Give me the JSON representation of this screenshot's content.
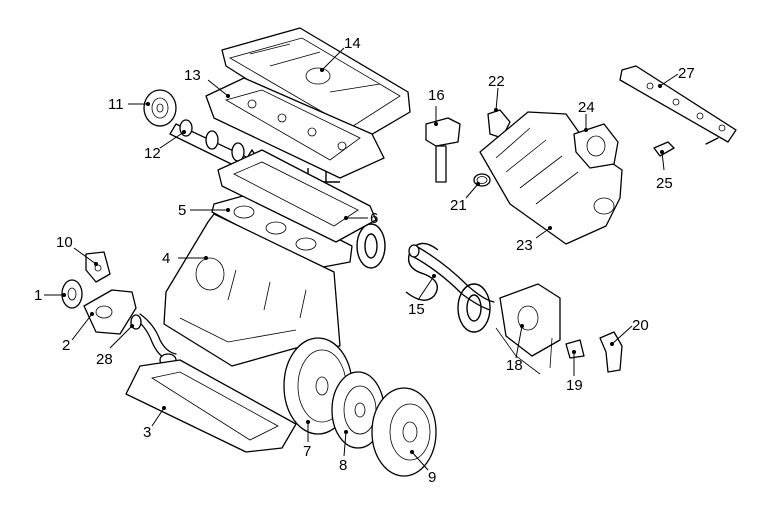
{
  "callouts": {
    "c1": "1",
    "c2": "2",
    "c3": "3",
    "c4": "4",
    "c5": "5",
    "c6": "6",
    "c7": "7",
    "c8": "8",
    "c9": "9",
    "c10": "10",
    "c11": "11",
    "c12": "12",
    "c13": "13",
    "c14": "14",
    "c15": "15",
    "c16": "16",
    "c18": "18",
    "c19": "19",
    "c20": "20",
    "c21": "21",
    "c22": "22",
    "c23": "23",
    "c24": "24",
    "c25": "25",
    "c27": "27",
    "c28": "28"
  },
  "colors": {
    "line": "#000000",
    "background": "#ffffff"
  }
}
